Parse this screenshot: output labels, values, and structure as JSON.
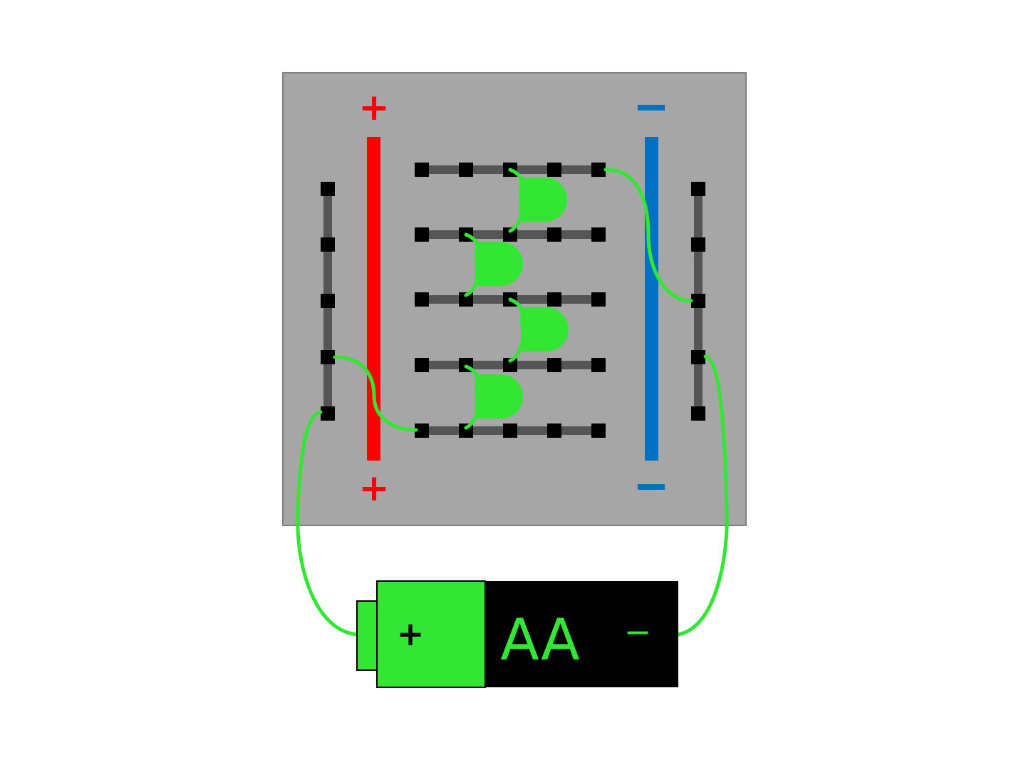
{
  "breadboard": {
    "top_left_rail_sign": "+",
    "bottom_left_rail_sign": "+",
    "top_right_rail_sign": "−",
    "bottom_right_rail_sign": "−"
  },
  "battery": {
    "type_label": "AA",
    "positive_sign": "+",
    "negative_sign": "−"
  },
  "colors": {
    "board": "#a6a6a6",
    "positive_rail": "#ff0000",
    "negative_rail": "#0070c0",
    "wire": "#33e633",
    "led": "#33e633",
    "hole": "#000000",
    "strip": "#555555",
    "battery_body": "#000000"
  },
  "components": {
    "led_count": 4,
    "wire_count": 4
  }
}
